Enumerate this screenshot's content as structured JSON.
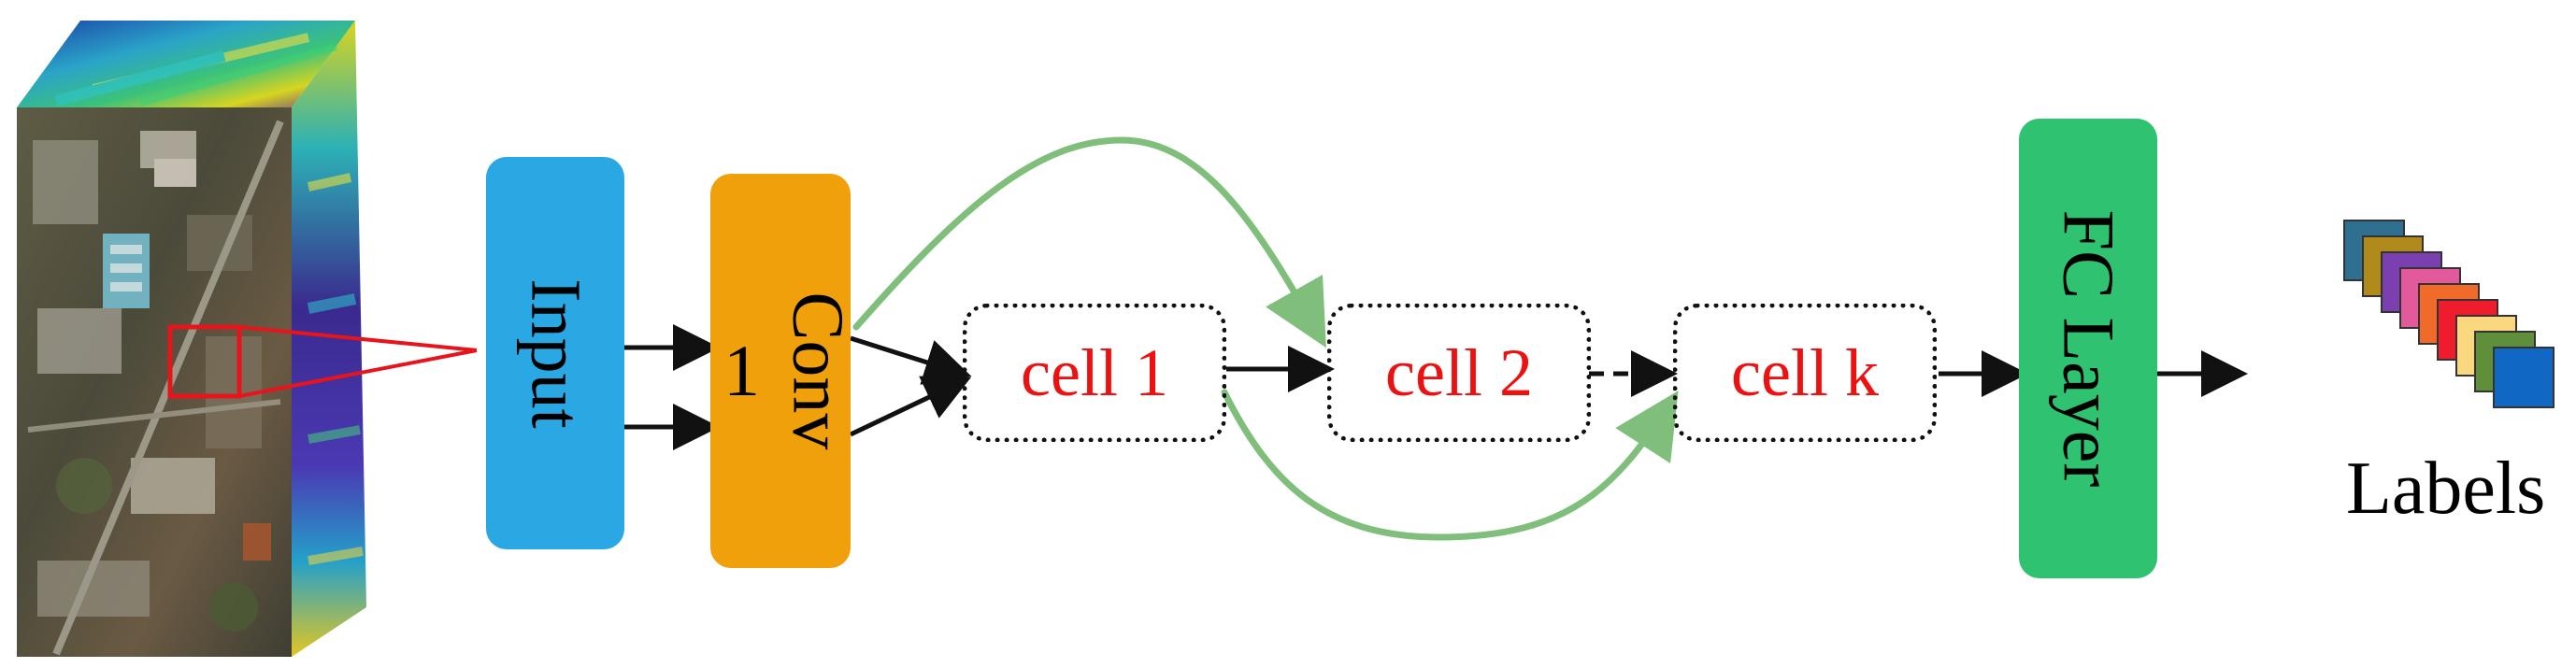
{
  "nodes": {
    "input": {
      "label": "Input",
      "color": "#29a8e3"
    },
    "conv1": {
      "label": "Conv 1",
      "line1": "Conv",
      "line2": "1",
      "color": "#f0a00b"
    },
    "cell1": {
      "label": "cell 1"
    },
    "cell2": {
      "label": "cell 2"
    },
    "cellk": {
      "label": "cell k"
    },
    "fc": {
      "label": "FC Layer",
      "color": "#2ec271"
    }
  },
  "output": {
    "label": "Labels"
  },
  "colors": {
    "cell_text": "#ee1111",
    "skip_arrow": "#7fbf7b",
    "edge": "#111111",
    "patch_box": "#e8141c"
  },
  "label_stack_colors": [
    "#2f6f8f",
    "#b08a1a",
    "#7b3fb0",
    "#e25a9c",
    "#f06a2a",
    "#ee1c2c",
    "#fbd780",
    "#5f8f3a",
    "#1168c4"
  ],
  "icons": {
    "image_cube": "hyperspectral-image-cube-icon",
    "labels": "label-stack-icon"
  }
}
